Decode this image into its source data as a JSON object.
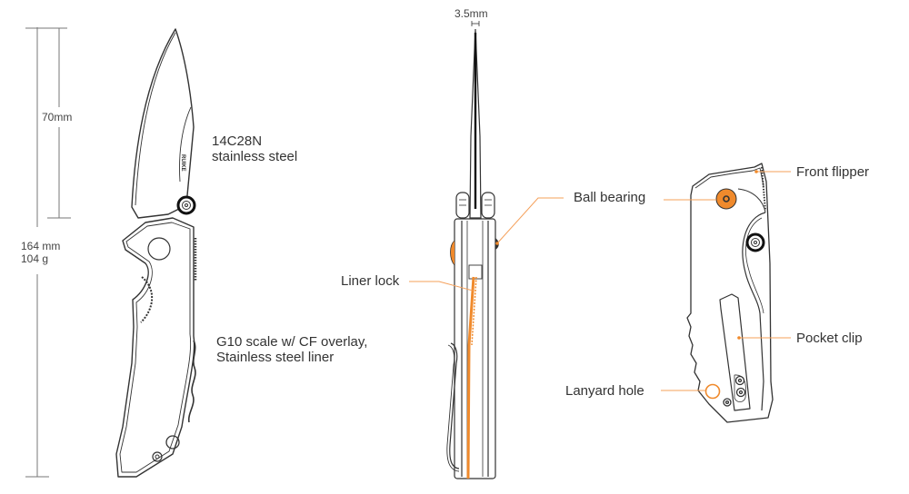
{
  "diagram": {
    "subject": "Folding knife specification diagram",
    "accent_color": "#f08a2c",
    "line_color": "#333333",
    "dimensions": {
      "blade_length": "70mm",
      "overall_length": "164 mm",
      "weight": "104 g",
      "blade_thickness": "3.5mm"
    },
    "blade_brand_mark": "RUIKE",
    "side_view_labels": {
      "blade_material_line1": "14C28N",
      "blade_material_line2": "stainless steel",
      "handle_material_line1": "G10 scale w/ CF overlay,",
      "handle_material_line2": "Stainless steel liner"
    },
    "callouts": {
      "ball_bearing": "Ball bearing",
      "liner_lock": "Liner lock",
      "front_flipper": "Front flipper",
      "pocket_clip": "Pocket clip",
      "lanyard_hole": "Lanyard hole"
    }
  }
}
